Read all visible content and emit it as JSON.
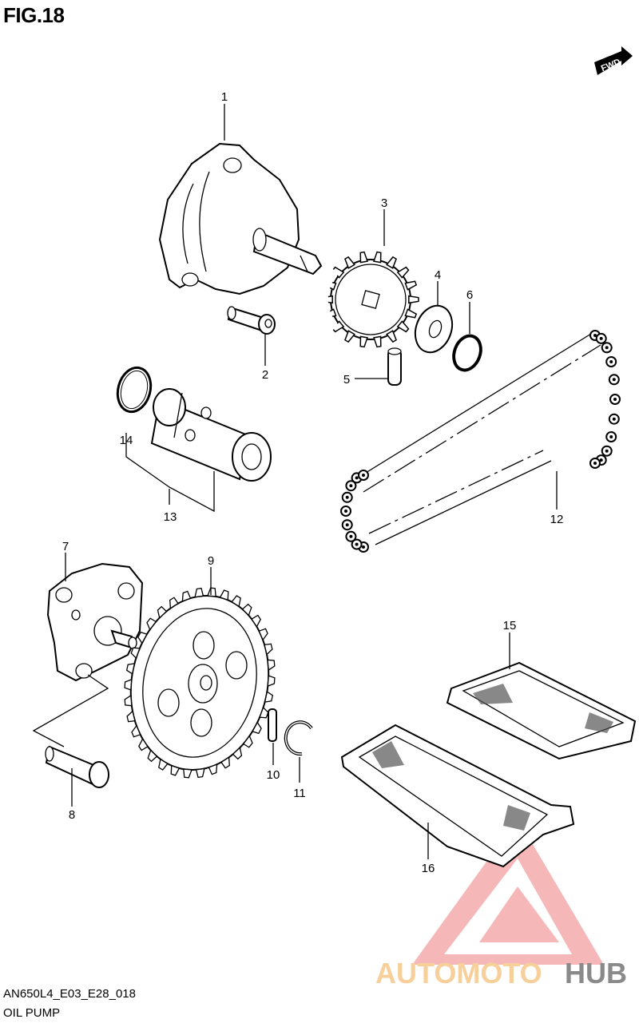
{
  "figure": {
    "title": "FIG.18"
  },
  "footer": {
    "code": "AN650L4_E03_E28_018",
    "name": "OIL PUMP"
  },
  "fwd_badge": "FWD",
  "watermark": {
    "part1": "AUTOMOTO",
    "part2": "HUB",
    "color1": "#f6cf9a",
    "color2": "#8a8a8a",
    "triangle_color": "#f2a0a0"
  },
  "parts": {
    "p1": "1",
    "p2": "2",
    "p3": "3",
    "p4": "4",
    "p5": "5",
    "p6": "6",
    "p7": "7",
    "p8": "8",
    "p9": "9",
    "p10": "10",
    "p11": "11",
    "p12": "12",
    "p13": "13",
    "p14": "14",
    "p15": "15",
    "p16": "16"
  }
}
